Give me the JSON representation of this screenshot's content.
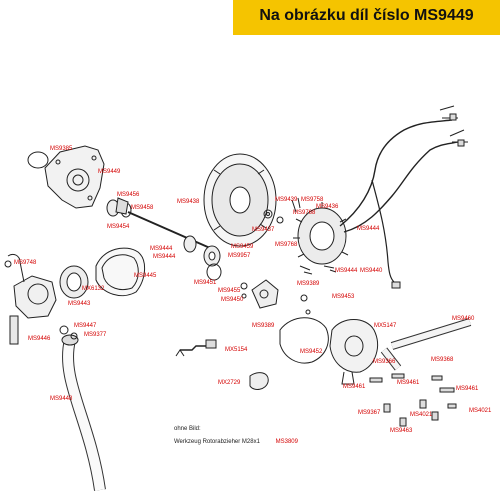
{
  "banner": {
    "title": "Na obrázku díl číslo MS9449",
    "background": "#f5c400"
  },
  "label_color": "#d40000",
  "labels": {
    "ms9385": "MS9385",
    "ms9449": "MS9449",
    "ms9456": "MS9456",
    "ms9458": "MS9458",
    "ms9454": "MS9454",
    "ms9438": "MS9438",
    "ms9439": "MS9439",
    "ms9758a": "MS9758",
    "ms9768a": "MS9768",
    "ms9436": "MS9436",
    "ms9437": "MS9437",
    "ms9768b": "MS9768",
    "ms9444a": "MS9444",
    "ms9444b": "MS9444",
    "ms9444c": "MS9444",
    "ms9440": "MS9440",
    "ms9444d": "MS9444",
    "ms9459": "MS9459",
    "ms9957": "MS9957",
    "ms9748": "MS9748",
    "ms9445": "MS9445",
    "mx6132": "MX6132",
    "ms9451": "MS9451",
    "ms9455": "MS9455",
    "ms9450": "MS9450",
    "ms9389a": "MS9389",
    "ms9453": "MS9453",
    "ms9443": "MS9443",
    "ms9447": "MS9447",
    "ms9446": "MS9446",
    "ms9377": "MS9377",
    "ms9389b": "MS9389",
    "ms9452": "MS9452",
    "mx5147": "MX5147",
    "ms9460": "MS9460",
    "mx5154": "MX5154",
    "ms9366": "MS9366",
    "ms9368": "MS9368",
    "ms9461a": "MS9461",
    "ms9461b": "MS9461",
    "ms9461c": "MS9461",
    "mx2729": "MX2729",
    "ms9448": "MS9448",
    "ms9367": "MS9367",
    "ms4021a": "MS4021",
    "ms4021b": "MS4021",
    "ms9463": "MS9463"
  },
  "note": {
    "line1": "ohne Bild:",
    "line2": "Werkzeug Rotorabzieher M28x1",
    "part": "MS3809"
  }
}
